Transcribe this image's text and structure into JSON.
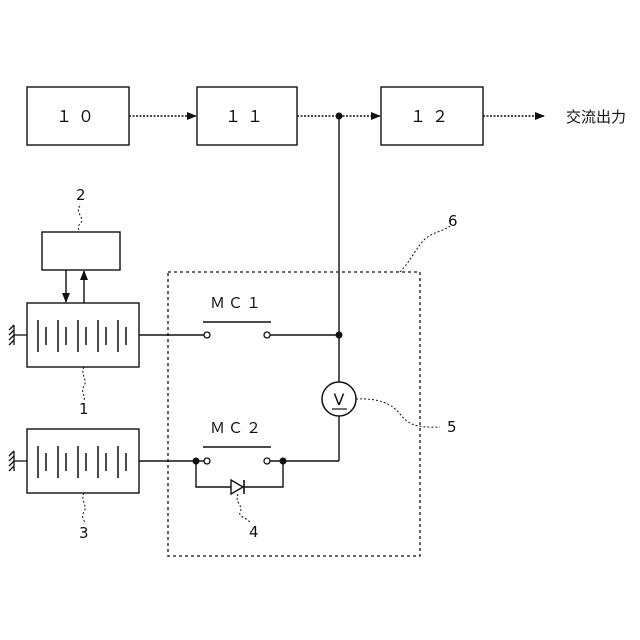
{
  "blocks": {
    "b10": "１０",
    "b11": "１１",
    "b12": "１２"
  },
  "output_label": "交流出力",
  "switches": {
    "mc1": "ＭＣ１",
    "mc2": "ＭＣ２"
  },
  "voltmeter": "V",
  "refs": {
    "r1": "1",
    "r2": "2",
    "r3": "3",
    "r4": "4",
    "r5": "5",
    "r6": "6"
  }
}
